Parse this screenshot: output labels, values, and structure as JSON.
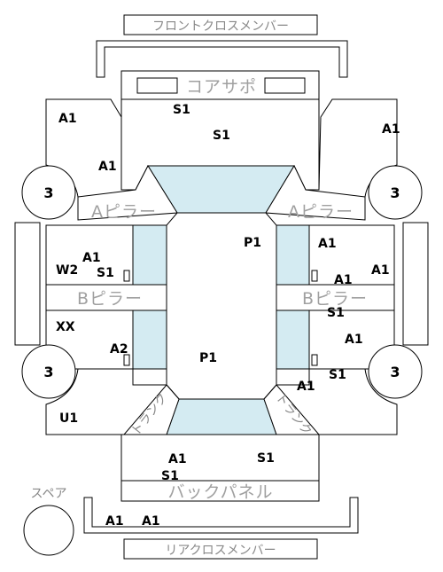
{
  "labels": {
    "front_crossmember": "フロントクロスメンバー",
    "core_support": "コアサポ",
    "a_pillar_left": "Aピラー",
    "a_pillar_right": "Aピラー",
    "b_pillar_left": "Bピラー",
    "b_pillar_right": "Bピラー",
    "back_panel": "バックパネル",
    "rear_crossmember": "リアクロスメンバー",
    "spare": "スペア",
    "trunk_left": "トランク",
    "trunk_right": "トランク"
  },
  "tires": {
    "front_left": "3",
    "front_right": "3",
    "rear_left": "3",
    "rear_right": "3"
  },
  "codes": {
    "core_s1_a": "S1",
    "core_s1_b": "S1",
    "fl_fender_a1_top": "A1",
    "fl_fender_a1_bottom": "A1",
    "fr_fender_a1": "A1",
    "front_floor_p1": "P1",
    "left_front_door_a1": "A1",
    "left_w2": "W2",
    "left_s1": "S1",
    "right_front_door_a1": "A1",
    "right_a1_mid": "A1",
    "right_a1_outer": "A1",
    "right_s1_b": "S1",
    "left_xx": "XX",
    "left_a2": "A2",
    "rear_floor_p1": "P1",
    "right_rear_a1": "A1",
    "right_rear_s1": "S1",
    "right_rear_a1_low": "A1",
    "left_u1": "U1",
    "trunk_a1": "A1",
    "trunk_s1_right": "S1",
    "trunk_s1_left": "S1",
    "rear_cross_a1_a": "A1",
    "rear_cross_a1_b": "A1"
  },
  "colors": {
    "line": "#000000",
    "glass": "#d4ebf2",
    "label_gray": "#a0a0a0"
  }
}
